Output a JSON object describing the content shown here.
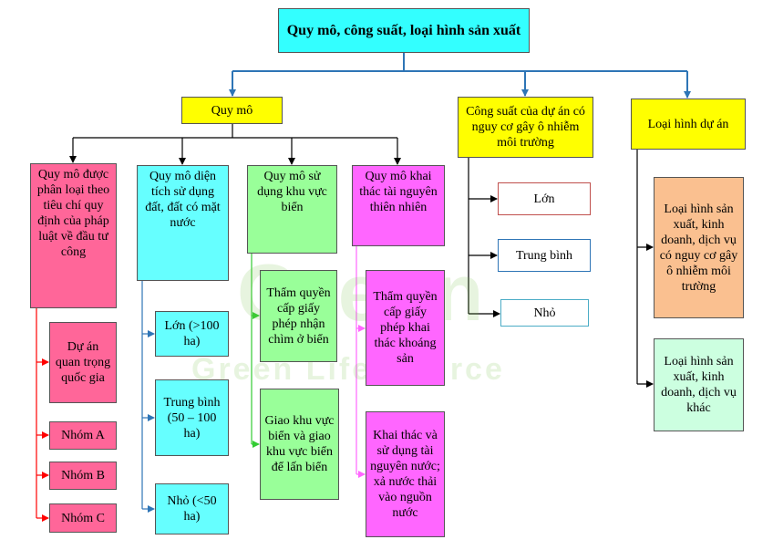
{
  "root": {
    "label": "Quy mô, công suất, loại hình sản xuất",
    "color": "#33ffff"
  },
  "branches": {
    "scale": "Quy mô",
    "capacity": "Công suất của dự án có nguy cơ gây ô nhiễm môi trường",
    "type": "Loại hình dự án"
  },
  "scale_groups": {
    "law": "Quy mô được phân loại theo tiêu chí quy định của pháp luật về đầu tư công",
    "land": "Quy mô diện tích sử dụng đất, đất có mặt nước",
    "sea": "Quy mô sử dụng khu vực biển",
    "resource": "Quy mô khai thác tài nguyên thiên nhiên"
  },
  "law_items": [
    "Dự án quan trọng quốc gia",
    "Nhóm A",
    "Nhóm B",
    "Nhóm C"
  ],
  "land_items": [
    "Lớn (>100 ha)",
    "Trung bình (50 – 100 ha)",
    "Nhỏ (<50 ha)"
  ],
  "sea_items": [
    "Thẩm quyền cấp giấy phép nhận chìm ở biển",
    "Giao khu vực biển và giao khu vực biển để lấn biển"
  ],
  "resource_items": [
    "Thẩm quyền cấp giấy phép khai thác khoáng sản",
    "Khai thác và sử dụng tài nguyên nước; xả nước thải vào nguồn nước"
  ],
  "capacity_items": [
    "Lớn",
    "Trung bình",
    "Nhỏ"
  ],
  "type_items": [
    "Loại hình sản xuất, kinh doanh, dịch vụ có nguy cơ gây ô nhiễm môi trường",
    "Loại hình sản xuất, kinh doanh, dịch vụ khác"
  ],
  "watermark": {
    "logo": "Green",
    "text": "Green Life Source"
  },
  "colors": {
    "root": "#33ffff",
    "branch": "#ffff00",
    "law": "#ff6699",
    "land": "#66ffff",
    "sea": "#99ff99",
    "resource": "#ff66ff",
    "type_a": "#fac090",
    "type_b": "#ccffe0",
    "connector_blue": "#2e75b6",
    "connector_black": "#000000",
    "connector_red": "#ff0000",
    "connector_green": "#33cc33"
  }
}
